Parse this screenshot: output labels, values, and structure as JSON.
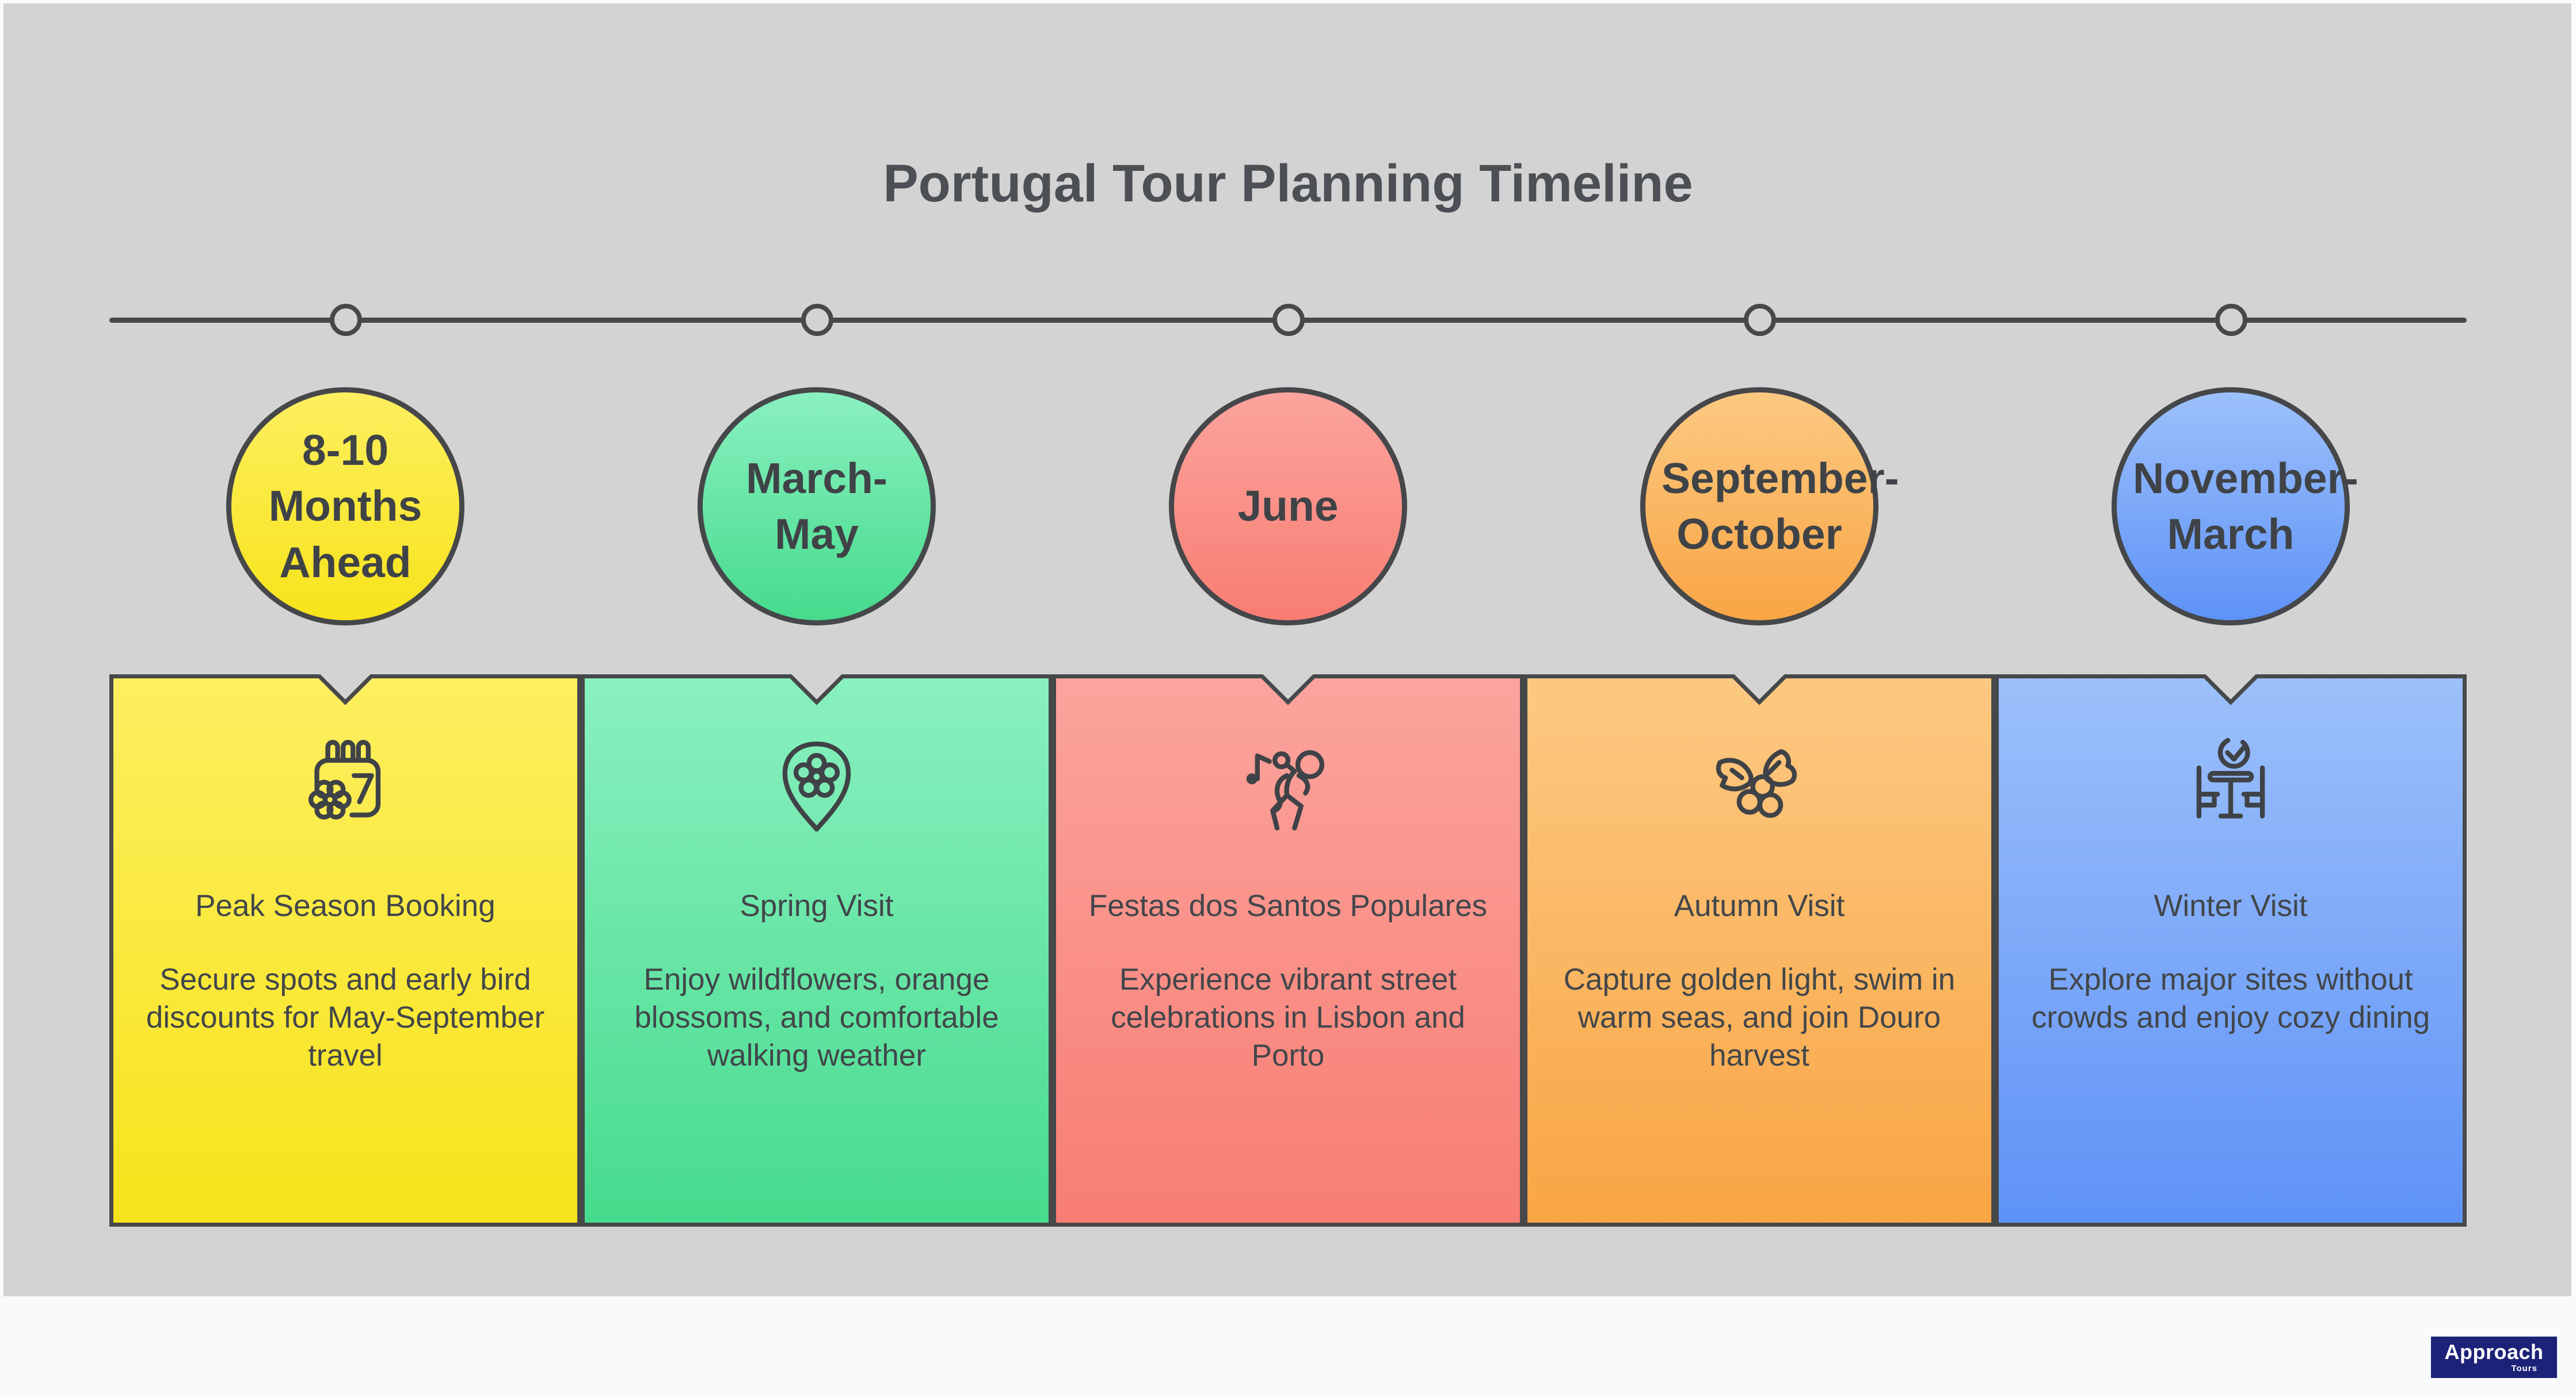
{
  "title": "Portugal Tour Planning Timeline",
  "timeline": {
    "milestones": [
      {
        "period": "8-10 Months Ahead",
        "heading": "Peak Season Booking",
        "description": "Secure spots and early bird discounts for May-September travel",
        "icon": "calendar-flower-icon",
        "color_light": "#fdef60",
        "color_dark": "#f7e31a"
      },
      {
        "period": "March-May",
        "heading": "Spring Visit",
        "description": "Enjoy wildflowers, orange blossoms, and comfortable walking weather",
        "icon": "flower-pin-icon",
        "color_light": "#8af0c0",
        "color_dark": "#46db8d"
      },
      {
        "period": "June",
        "heading": "Festas dos Santos Populares",
        "description": "Experience vibrant street celebrations in Lisbon and Porto",
        "icon": "street-dancer-icon",
        "color_light": "#fba49d",
        "color_dark": "#f87d73"
      },
      {
        "period": "September-October",
        "heading": "Autumn Visit",
        "description": "Capture golden light, swim in warm seas, and join Douro harvest",
        "icon": "grape-harvest-icon",
        "color_light": "#fcc982",
        "color_dark": "#f9a544"
      },
      {
        "period": "November-March",
        "heading": "Winter Visit",
        "description": "Explore major sites without crowds and enjoy cozy dining",
        "icon": "cozy-dining-icon",
        "color_light": "#9cc0fa",
        "color_dark": "#5e92f7"
      }
    ]
  },
  "branding": {
    "name": "Approach",
    "tagline": "Tours"
  },
  "palette": {
    "canvas_background": "#d3d3d3",
    "page_margin": "#fafbfc",
    "footer_strip": "#f9fafb",
    "stroke": "#46484a",
    "text": "#42464a",
    "title_text": "#4c5055",
    "logo_background": "#1b2277",
    "logo_text": "#ffffff"
  }
}
